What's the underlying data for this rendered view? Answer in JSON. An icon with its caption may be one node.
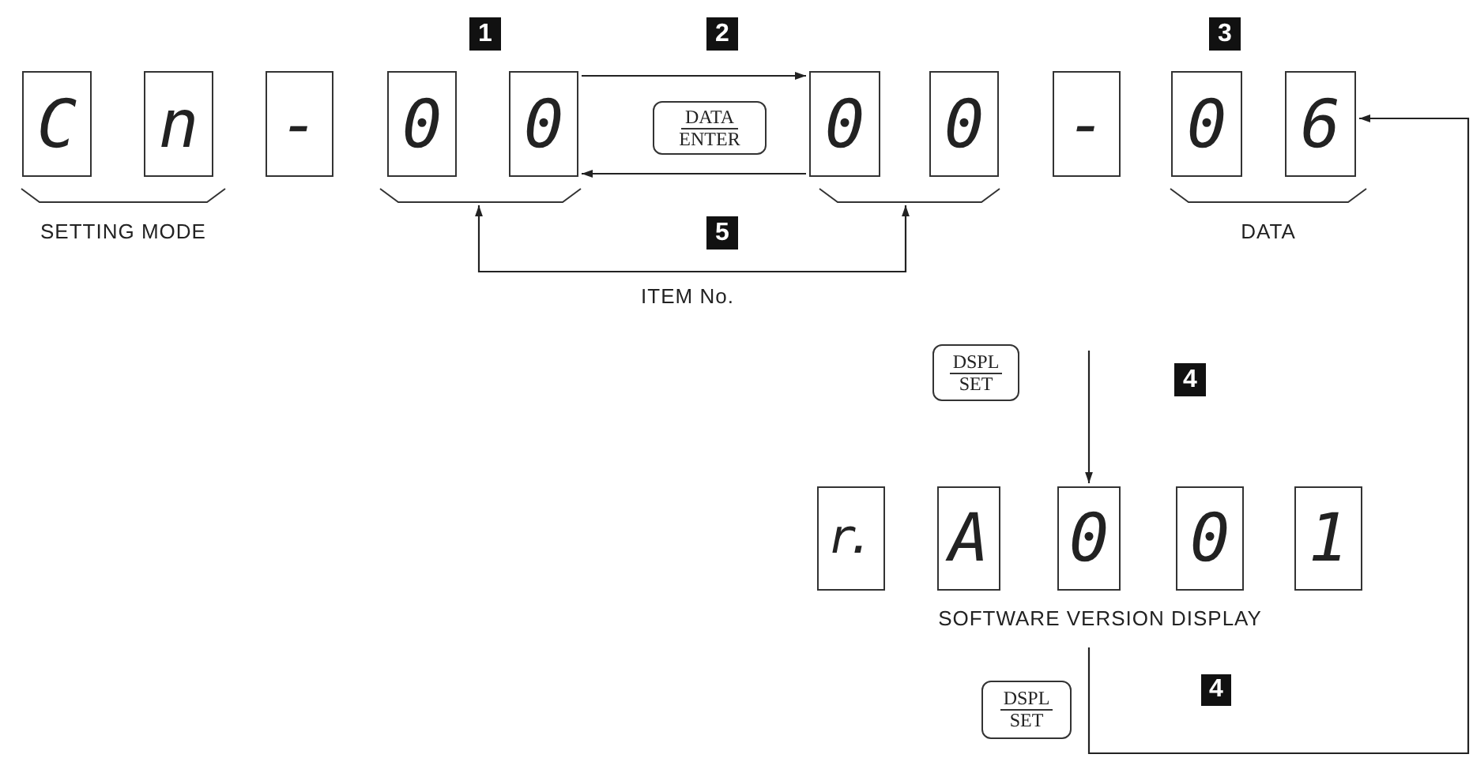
{
  "diagram": {
    "nodes": [
      {
        "text": [
          "C"
        ]
      },
      {
        "text": [
          "n"
        ]
      },
      {
        "text": [
          "-"
        ]
      },
      {
        "text": [
          "0"
        ]
      },
      {
        "text": [
          "0"
        ]
      },
      {
        "text": [
          "DATA",
          "ENTER"
        ]
      },
      {
        "text": [
          "0"
        ]
      },
      {
        "text": [
          "0"
        ]
      },
      {
        "text": [
          "-"
        ]
      },
      {
        "text": [
          "0"
        ]
      },
      {
        "text": [
          "6"
        ]
      },
      {
        "text": [],
        "shape": "bracket",
        "beside": [
          "SETTING MODE"
        ]
      },
      {
        "text": [],
        "shape": "bracket"
      },
      {
        "text": [],
        "shape": "bracket"
      },
      {
        "text": [],
        "shape": "bracket",
        "beside": [
          "DATA"
        ]
      },
      {
        "text": [
          "DSPL",
          "SET"
        ]
      },
      {
        "text": [
          "r."
        ]
      },
      {
        "text": [
          "A"
        ]
      },
      {
        "text": [
          "0"
        ]
      },
      {
        "text": [
          "0"
        ]
      },
      {
        "text": [
          "1"
        ]
      },
      {
        "text": [
          "DSPL",
          "SET"
        ]
      }
    ],
    "edges": [
      {
        "from": 4,
        "to": 6,
        "arrow": "to"
      },
      {
        "from": 6,
        "to": 4,
        "arrow": "to"
      },
      {
        "from": 12,
        "to": 13,
        "arrow": "both",
        "label": "ITEM No."
      },
      {
        "from": null,
        "to": 18,
        "arrow": "to"
      },
      {
        "from": null,
        "to": 10,
        "arrow": "to"
      }
    ],
    "labels": [
      "1",
      "2",
      "3",
      "5",
      "4",
      "SOFTWARE VERSION DISPLAY",
      "4"
    ]
  }
}
